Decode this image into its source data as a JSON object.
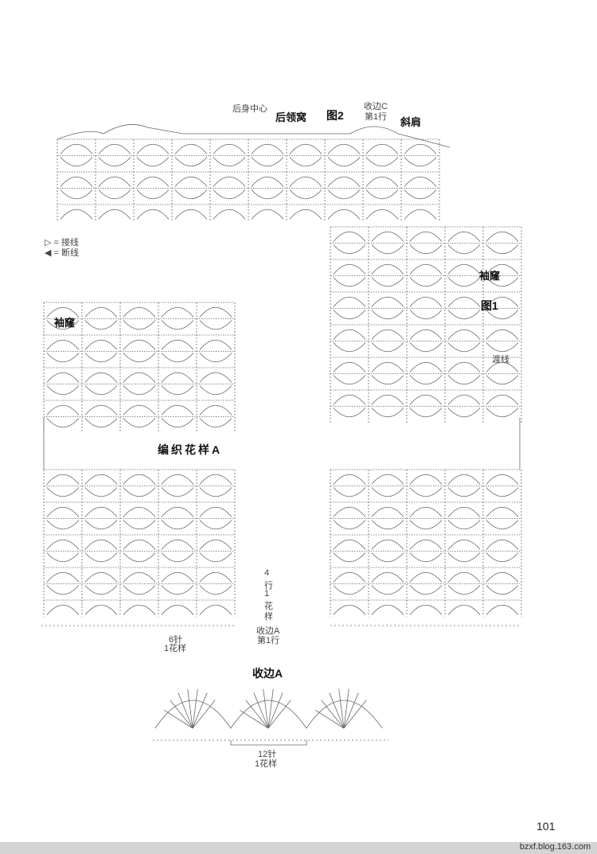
{
  "figure2": {
    "title": "图2",
    "back_neck": "后领窝",
    "back_center": "后身中心",
    "edge_c": "收边C",
    "edge_c_row": "第1行",
    "slant_shoulder": "斜肩"
  },
  "legend": {
    "join": "= 接线",
    "cut": "= 断线"
  },
  "figure1": {
    "title": "图1",
    "armhole_right": "袖窿",
    "armhole_left": "袖窿",
    "transfer": "渡线"
  },
  "pattern_a": {
    "title": "编织花样A",
    "rows_label": "4\n行\n1\n花\n样",
    "rows_4": "4",
    "rows_xing": "行",
    "rows_1": "1",
    "rows_hua": "花",
    "rows_yang": "样",
    "stitch_count": "6针",
    "repeat": "1花样",
    "edge_a": "收边A",
    "edge_a_row": "第1行"
  },
  "edge_a_detail": {
    "title": "收边A",
    "stitch_count": "12针",
    "repeat": "1花样"
  },
  "page": {
    "number": "101",
    "watermark": "bzxf.blog.163.com"
  },
  "colors": {
    "line": "#555555",
    "text": "#222222",
    "footer": "#d4d4d4"
  }
}
